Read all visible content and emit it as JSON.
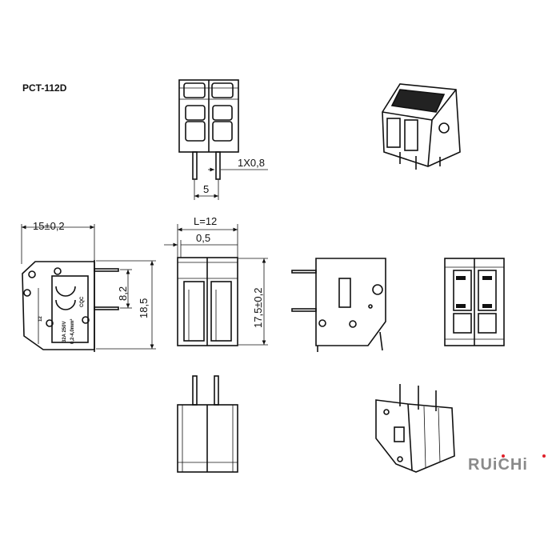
{
  "title": "PCT-112D",
  "dimensions": {
    "pin_size": "1X0,8",
    "pitch": "5",
    "depth": "15±0,2",
    "length": "L=12",
    "offset": "0,5",
    "pin_spacing": "8,2",
    "overall_height": "18,5",
    "body_height": "17,5±0,2"
  },
  "part_marking": {
    "pole_count": "12",
    "rating": "32A  250V",
    "wire_range": "0,2-4,0mm²",
    "cert": "CQC"
  },
  "logo": {
    "text": "RUiCHi",
    "dot_color": "#e0202a",
    "text_color": "#8a8a8a"
  }
}
